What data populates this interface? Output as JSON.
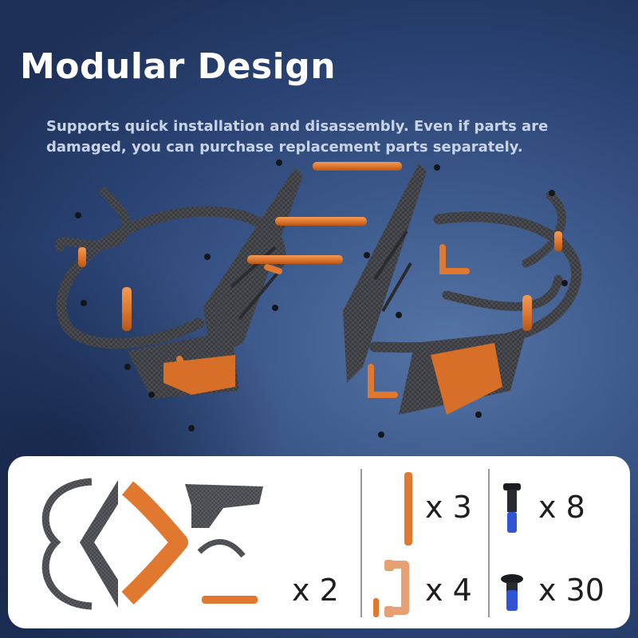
{
  "heading": {
    "title": "Modular Design",
    "subtitle": "Supports quick installation and disassembly. Even if parts are damaged, you can purchase replacement parts separately."
  },
  "parts": {
    "frame_set_qty": "x 2",
    "standoff_qty": "x 3",
    "bracket_qty": "x 4",
    "long_screw_qty": "x 8",
    "short_screw_qty": "x 30"
  },
  "colors": {
    "background": "#2b4475",
    "carbon": "#3a3b3f",
    "orange": "#e0782f",
    "panel": "#ffffff",
    "screw_thread": "#2f55d4"
  }
}
